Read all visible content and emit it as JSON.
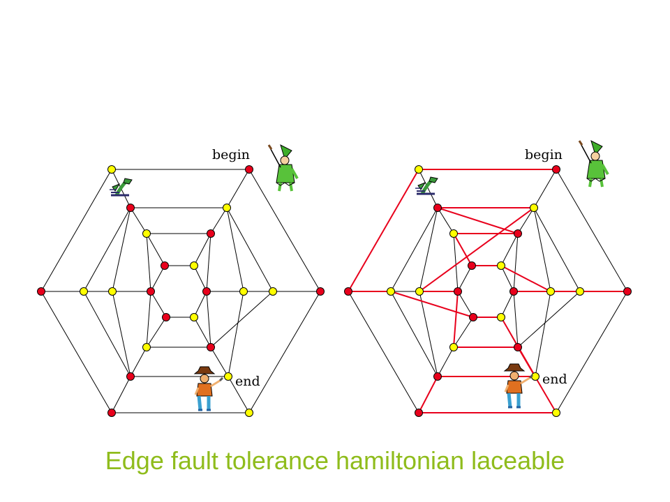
{
  "caption": "Edge fault tolerance hamiltonian laceable",
  "labels": {
    "begin": "begin",
    "end": "end"
  },
  "colors": {
    "red_node": "#e8001c",
    "yellow_node": "#ffff00",
    "edge": "#000000",
    "path_edge": "#e8001c",
    "caption": "#8fbc1c"
  },
  "icons": {
    "begin_character": "green-elf-pointing-icon",
    "end_character": "cowboy-icon",
    "fault_marker": "green-dragon-icon"
  },
  "graph": {
    "node_colors": [
      "yellow",
      "red",
      "red",
      "yellow",
      "yellow",
      "red",
      "red",
      "yellow",
      "red",
      "yellow",
      "yellow",
      "red",
      "red",
      "yellow",
      "yellow",
      "red",
      "red",
      "yellow",
      "yellow",
      "red",
      "red",
      "yellow",
      "red",
      "yellow",
      "yellow",
      "red"
    ],
    "hamiltonian_path": [
      1,
      0,
      8,
      9,
      16,
      17,
      21,
      20,
      22,
      23,
      24,
      25,
      19,
      18,
      11,
      10,
      3,
      2,
      5,
      4,
      6,
      7,
      13,
      12,
      14,
      15
    ]
  }
}
